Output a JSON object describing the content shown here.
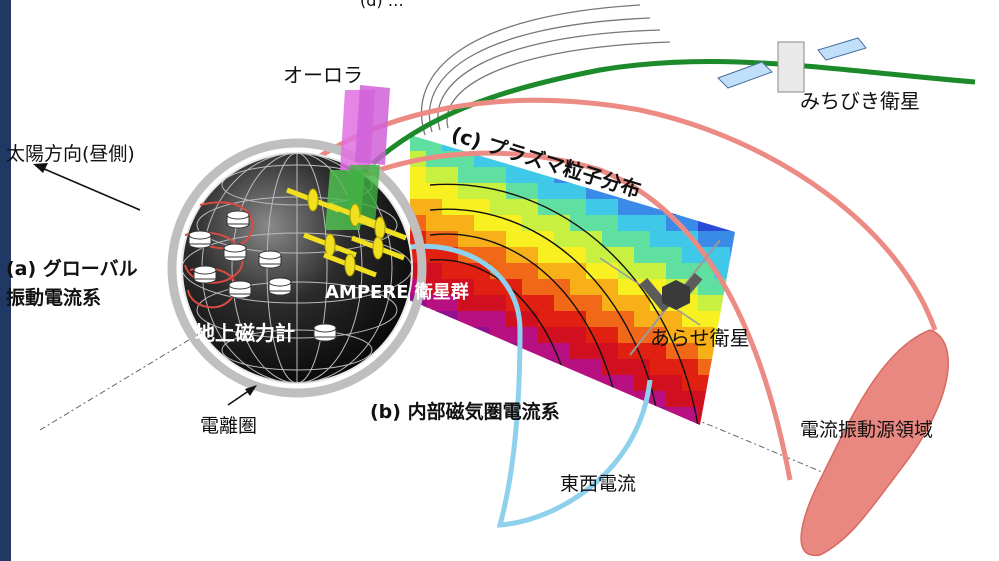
{
  "diagram": {
    "top_partial_text": "(d) …",
    "labels": {
      "aurora": "オーロラ",
      "michibiki": "みちびき衛星",
      "sun_direction": "太陽方向(昼側)",
      "global_current_line1": "(a) グローバル",
      "global_current_line2": "振動電流系",
      "ampere": "AMPERE 衛星群",
      "magnetometer": "地上磁力計",
      "ionosphere": "電離圏",
      "plasma_dist": "(c) プラズマ粒子分布",
      "arase": "あらせ衛星",
      "inner_current": "(b) 内部磁気圏電流系",
      "east_west_current": "東西電流",
      "source_region": "電流振動源領域"
    },
    "colors": {
      "background": "#ffffff",
      "left_bar": "#1f3864",
      "field_line_red": "#ec8a84",
      "green_line": "#1c8a2a",
      "blue_current": "#8fd0ec",
      "satellite_yellow": "#f0e020",
      "aurora_magenta": "#e070e0",
      "aurora_green": "#50c050",
      "source_region": "#e98880"
    }
  }
}
